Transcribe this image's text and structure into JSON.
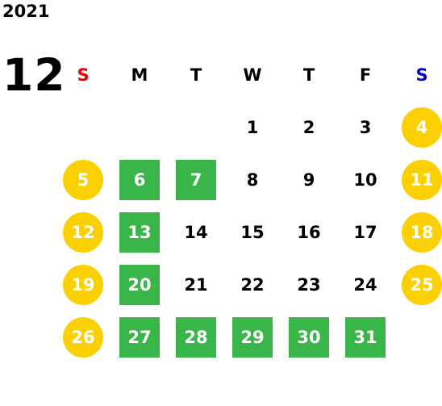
{
  "year": "2021",
  "month": "12",
  "weekdays": [
    "S",
    "M",
    "T",
    "W",
    "T",
    "F",
    "S"
  ],
  "colors": {
    "sunday_header": "#ee0000",
    "saturday_header": "#0000cc",
    "weekend_circle": "#fbd000",
    "highlight_square": "#3ab54a"
  },
  "weeks": [
    [
      {
        "d": ""
      },
      {
        "d": ""
      },
      {
        "d": ""
      },
      {
        "d": "1"
      },
      {
        "d": "2"
      },
      {
        "d": "3"
      },
      {
        "d": "4",
        "s": "weekend"
      }
    ],
    [
      {
        "d": "5",
        "s": "weekend"
      },
      {
        "d": "6",
        "s": "holiday"
      },
      {
        "d": "7",
        "s": "holiday"
      },
      {
        "d": "8"
      },
      {
        "d": "9"
      },
      {
        "d": "10"
      },
      {
        "d": "11",
        "s": "weekend"
      }
    ],
    [
      {
        "d": "12",
        "s": "weekend"
      },
      {
        "d": "13",
        "s": "holiday"
      },
      {
        "d": "14"
      },
      {
        "d": "15"
      },
      {
        "d": "16"
      },
      {
        "d": "17"
      },
      {
        "d": "18",
        "s": "weekend"
      }
    ],
    [
      {
        "d": "19",
        "s": "weekend"
      },
      {
        "d": "20",
        "s": "holiday"
      },
      {
        "d": "21"
      },
      {
        "d": "22"
      },
      {
        "d": "23"
      },
      {
        "d": "24"
      },
      {
        "d": "25",
        "s": "weekend"
      }
    ],
    [
      {
        "d": "26",
        "s": "weekend"
      },
      {
        "d": "27",
        "s": "holiday"
      },
      {
        "d": "28",
        "s": "holiday"
      },
      {
        "d": "29",
        "s": "holiday"
      },
      {
        "d": "30",
        "s": "holiday"
      },
      {
        "d": "31",
        "s": "holiday"
      },
      {
        "d": ""
      }
    ]
  ]
}
